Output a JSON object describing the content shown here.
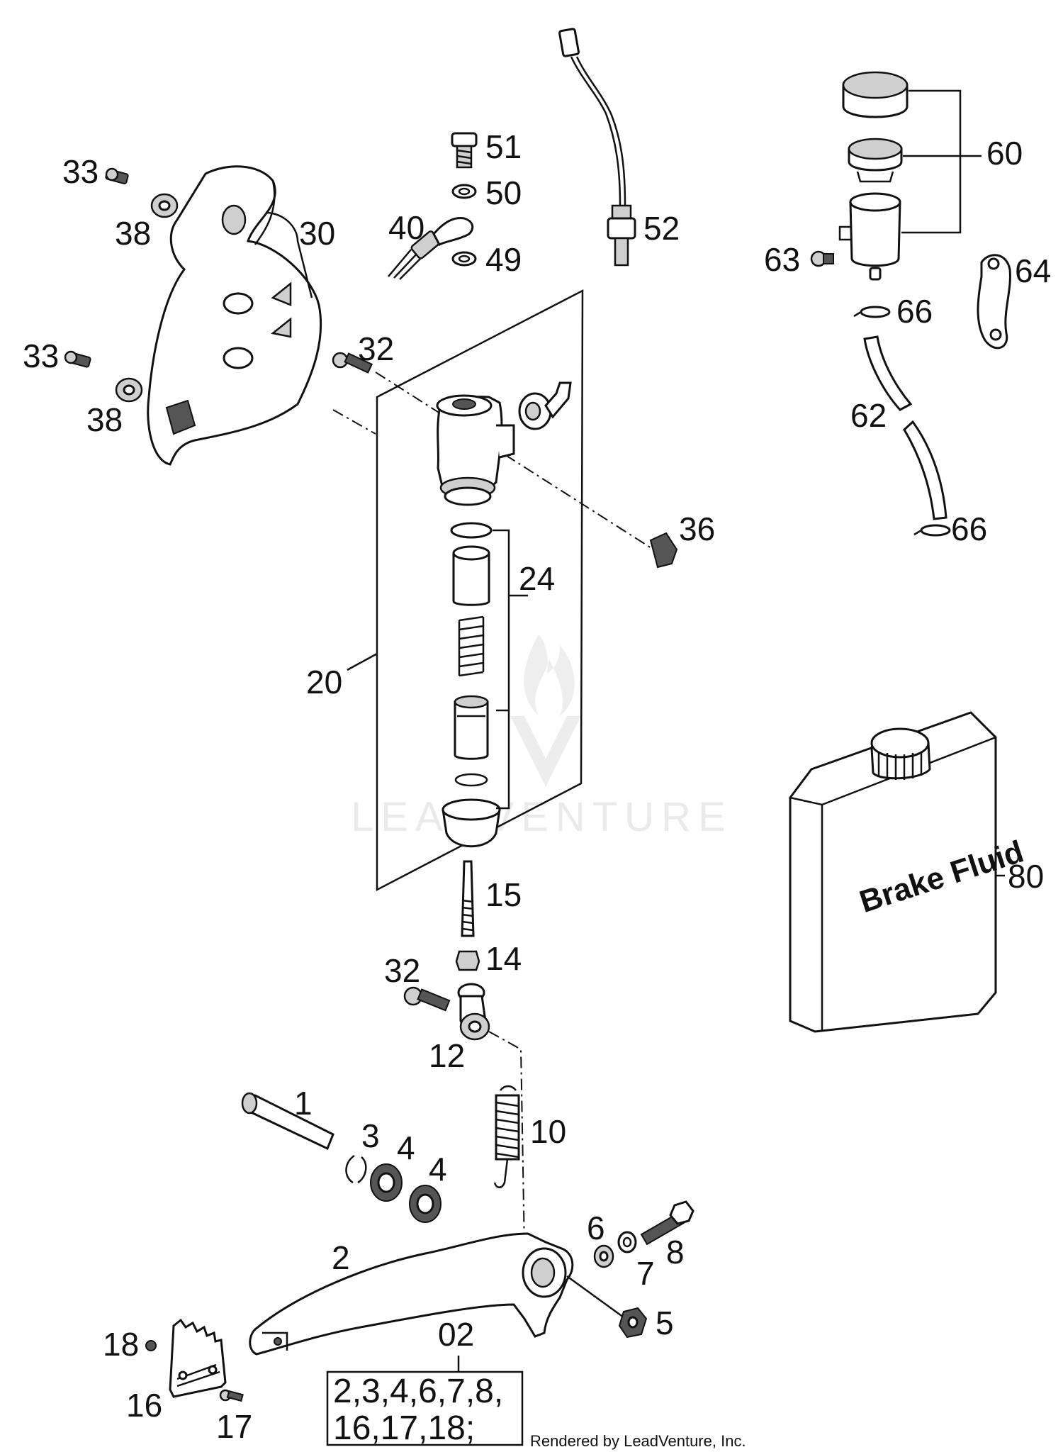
{
  "callouts": {
    "c51": "51",
    "c50": "50",
    "c40": "40",
    "c49": "49",
    "c52": "52",
    "c33a": "33",
    "c38a": "38",
    "c30": "30",
    "c33b": "33",
    "c38b": "38",
    "c32a": "32",
    "c60": "60",
    "c63": "63",
    "c64": "64",
    "c66a": "66",
    "c62": "62",
    "c66b": "66",
    "c36": "36",
    "c24": "24",
    "c20": "20",
    "c80": "80",
    "c15": "15",
    "c14": "14",
    "c32b": "32",
    "c12": "12",
    "c1": "1",
    "c3": "3",
    "c4a": "4",
    "c4b": "4",
    "c10": "10",
    "c6": "6",
    "c8": "8",
    "c7": "7",
    "c2": "2",
    "c5": "5",
    "c18": "18",
    "c16": "16",
    "c17": "17",
    "c02": "02"
  },
  "kit_box": {
    "line1": "2,3,4,6,7,8,",
    "line2": "16,17,18;"
  },
  "container_label": "Brake Fluid",
  "watermark": "LEADVENTURE",
  "footer_credit": "Rendered by LeadVenture, Inc."
}
